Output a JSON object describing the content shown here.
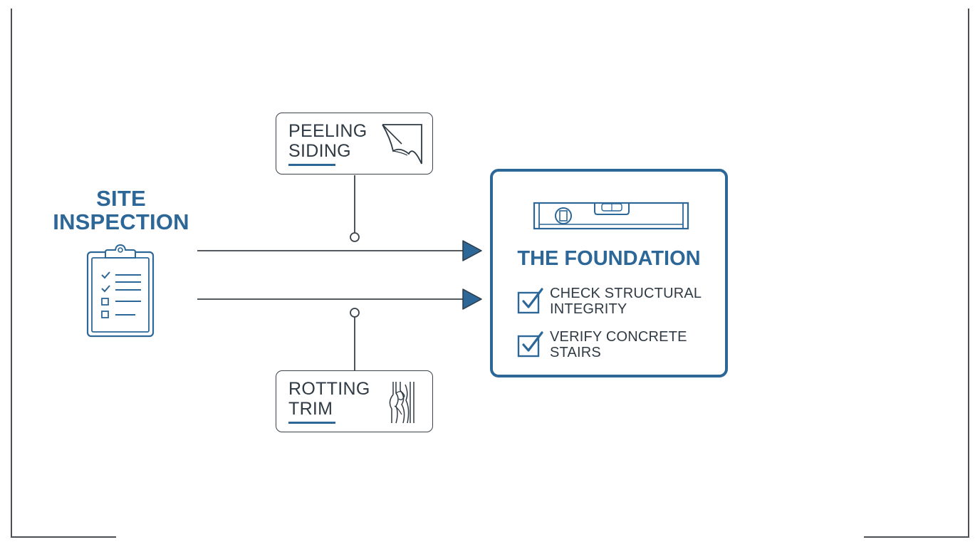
{
  "colors": {
    "accent": "#2c6797",
    "line": "#3b4249",
    "text": "#2f3a44"
  },
  "site": {
    "title_line1": "SITE",
    "title_line2": "INSPECTION",
    "icon": "clipboard-checklist-icon"
  },
  "issues": {
    "top": {
      "line1": "PEELING",
      "line2": "SIDING",
      "icon": "peeling-corner-icon"
    },
    "bottom": {
      "line1": "ROTTING",
      "line2": "TRIM",
      "icon": "rotting-wood-icon"
    }
  },
  "foundation": {
    "title": "THE FOUNDATION",
    "icon": "spirit-level-icon",
    "checks": [
      {
        "line1": "CHECK STRUCTURAL",
        "line2": "INTEGRITY",
        "checked": true
      },
      {
        "line1": "VERIFY CONCRETE",
        "line2": "STAIRS",
        "checked": true
      }
    ]
  }
}
